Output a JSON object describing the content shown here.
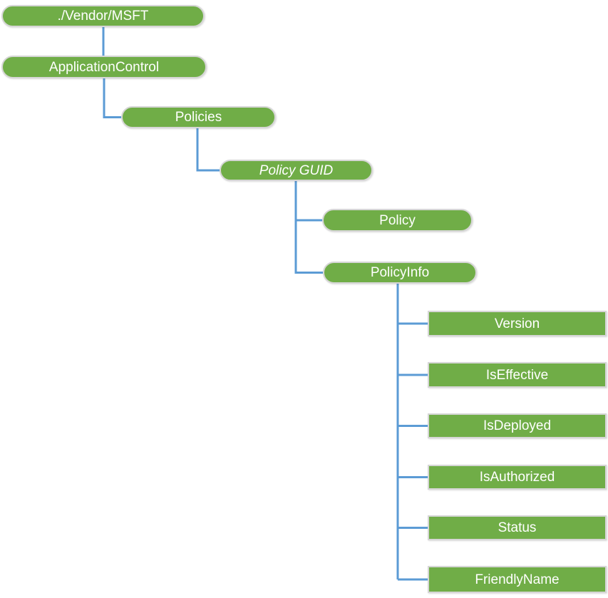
{
  "colors": {
    "node_fill": "#70AD47",
    "node_border": "#D6D6D6",
    "node_text": "#FFFFFF",
    "connector": "#5B9BD5",
    "background": "#FFFFFF"
  },
  "nodes": {
    "vendor_msft": {
      "label": "./Vendor/MSFT",
      "shape": "pill"
    },
    "application_control": {
      "label": "ApplicationControl",
      "shape": "pill"
    },
    "policies": {
      "label": "Policies",
      "shape": "pill"
    },
    "policy_guid": {
      "label": "Policy GUID",
      "shape": "pill",
      "style": "italic"
    },
    "policy": {
      "label": "Policy",
      "shape": "pill"
    },
    "policy_info": {
      "label": "PolicyInfo",
      "shape": "pill"
    },
    "version": {
      "label": "Version",
      "shape": "rect"
    },
    "is_effective": {
      "label": "IsEffective",
      "shape": "rect"
    },
    "is_deployed": {
      "label": "IsDeployed",
      "shape": "rect"
    },
    "is_authorized": {
      "label": "IsAuthorized",
      "shape": "rect"
    },
    "status": {
      "label": "Status",
      "shape": "rect"
    },
    "friendly_name": {
      "label": "FriendlyName",
      "shape": "rect"
    }
  }
}
